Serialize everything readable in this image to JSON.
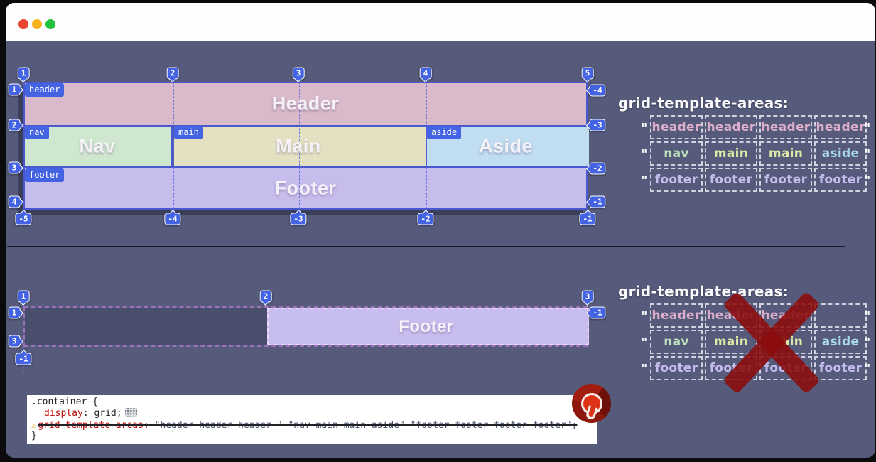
{
  "window": {
    "close_label": "close",
    "minimize_label": "minimize",
    "maximize_label": "maximize"
  },
  "colors": {
    "body_bg": "#565a7b",
    "overlay_blue": "#4463e2",
    "area_header": "#d8baca",
    "area_nav": "#cfe7cf",
    "area_main": "#e4e1c2",
    "area_aside": "#c0ddf1",
    "area_footer": "#c7bdec",
    "error_red": "#8c0b0b",
    "warning_yellow": "#eca312",
    "property_red": "#c01111"
  },
  "grid1": {
    "lines": {
      "top": [
        "1",
        "2",
        "3",
        "4",
        "5"
      ],
      "left": [
        "1",
        "2",
        "3",
        "4"
      ],
      "right": [
        "-4",
        "-3",
        "-2",
        "-1"
      ],
      "bottom": [
        "-5",
        "-4",
        "-3",
        "-2",
        "-1"
      ]
    },
    "areas": {
      "header": {
        "label": "header",
        "title": "Header"
      },
      "nav": {
        "label": "nav",
        "title": "Nav"
      },
      "main": {
        "label": "main",
        "title": "Main"
      },
      "aside": {
        "label": "aside",
        "title": "Aside"
      },
      "footer": {
        "label": "footer",
        "title": "Footer"
      }
    }
  },
  "panels": [
    {
      "title": "grid-template-areas:",
      "quote": "\"",
      "rows": [
        [
          "header",
          "header",
          "header",
          "header"
        ],
        [
          "nav",
          "main",
          "main",
          "aside"
        ],
        [
          "footer",
          "footer",
          "footer",
          "footer"
        ]
      ]
    },
    {
      "title": "grid-template-areas:",
      "quote": "\"",
      "rows": [
        [
          "header",
          "header",
          "header",
          ""
        ],
        [
          "nav",
          "main",
          "main",
          "aside"
        ],
        [
          "footer",
          "footer",
          "footer",
          "footer"
        ]
      ]
    }
  ],
  "grid2": {
    "lines": {
      "top": [
        "1",
        "2",
        "3"
      ],
      "left": [
        "1",
        "3",
        "-1"
      ],
      "right": [
        "-1"
      ]
    },
    "footer_title": "Footer"
  },
  "code": {
    "selector_line": ".container {",
    "display_property": "display",
    "display_value": ": grid;",
    "warning_icon": "⚠",
    "gta_property": "grid-template-areas",
    "gta_colon": ":",
    "gta_value": " \"header header header \" \"nav main main aside\" \"footer footer footer footer\";",
    "close_brace": "}"
  },
  "icons": {
    "chrome_logo": "chrome-browser-logo",
    "grid_adorner": "devtools-grid-badge"
  }
}
